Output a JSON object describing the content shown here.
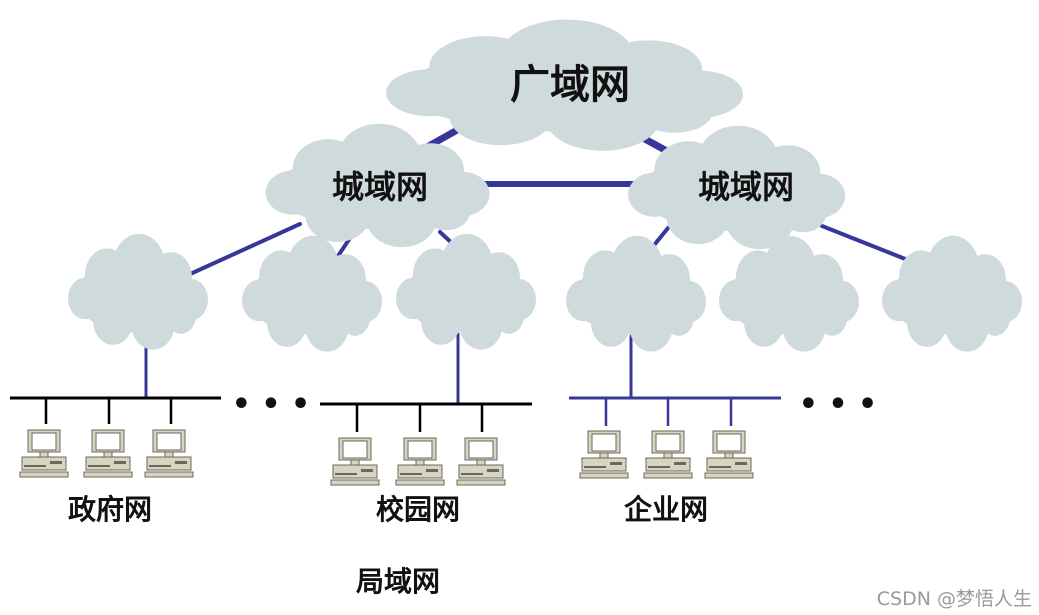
{
  "wan": {
    "label": "广域网"
  },
  "man": [
    {
      "label": "城域网"
    },
    {
      "label": "城域网"
    }
  ],
  "lans": [
    {
      "label": "政府网",
      "computers": 3
    },
    {
      "label": "校园网",
      "computers": 3
    },
    {
      "label": "企业网",
      "computers": 3
    }
  ],
  "ellipsis": "• • •",
  "lan_caption": "局域网",
  "watermark": "CSDN @梦悟人生",
  "colors": {
    "cloud": "#cfdadd",
    "link": "#37379a",
    "bus": "#000000",
    "text": "#111111"
  }
}
